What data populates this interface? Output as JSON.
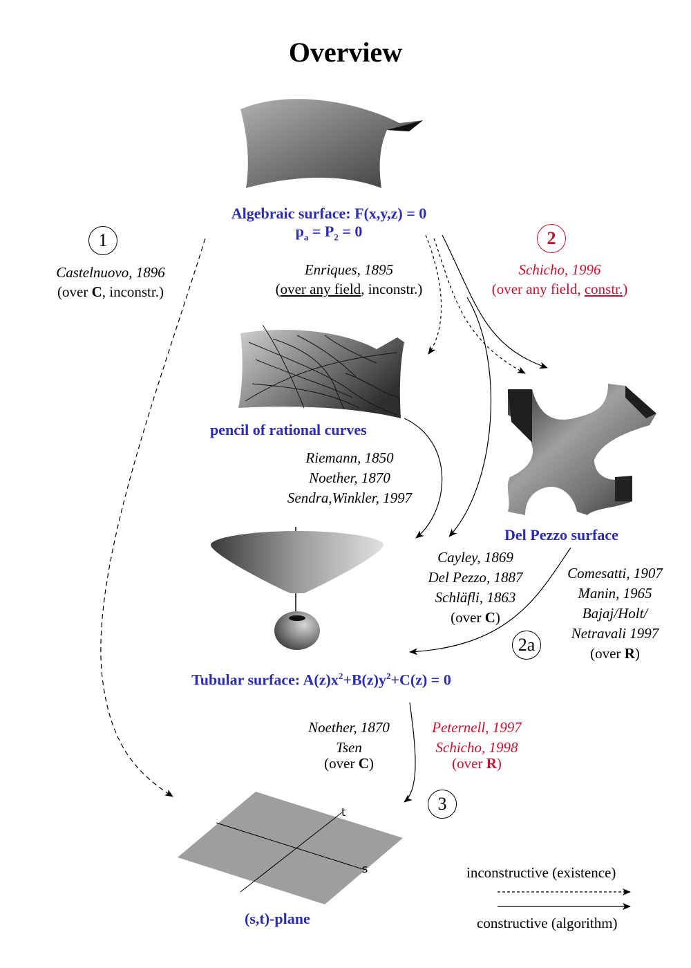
{
  "title": "Overview",
  "nodes": {
    "algebraic": {
      "line1": "Algebraic surface: F(x,y,z) = 0",
      "line2_pa": "p",
      "line2_sub": "a",
      "line2_mid": " = P",
      "line2_sub2": "2",
      "line2_end": " = 0"
    },
    "pencil": "pencil of rational curves",
    "del_pezzo": "Del Pezzo surface",
    "tubular": {
      "prefix": "Tubular surface: A(z)x",
      "sup1": "2",
      "mid": "+B(z)y",
      "sup2": "2",
      "suffix": "+C(z) = 0"
    },
    "plane": "(s,t)-plane"
  },
  "circles": {
    "c1": "1",
    "c2": "2",
    "c2a": "2a",
    "c3": "3"
  },
  "refs": {
    "castelnuovo": {
      "cite": "Castelnuovo, 1896",
      "pre": "(over ",
      "field": "C",
      "post": ", inconstr.)"
    },
    "enriques": {
      "cite": "Enriques, 1895",
      "pre": "(",
      "u": "over any field",
      "post": ", inconstr.)"
    },
    "schicho1996": {
      "cite": "Schicho, 1996",
      "pre": "(over any field, ",
      "u": "constr.",
      "post": ")"
    },
    "riemann": [
      "Riemann, 1850",
      "Noether, 1870",
      "Sendra,Winkler, 1997"
    ],
    "cayley": {
      "lines": [
        "Cayley, 1869",
        "Del Pezzo, 1887",
        "Schläfli, 1863"
      ],
      "pre": "(over ",
      "field": "C",
      "post": ")"
    },
    "comesatti": {
      "lines": [
        "Comesatti, 1907",
        "Manin, 1965",
        "Bajaj/Holt/",
        "Netravali 1997"
      ],
      "pre": "(over ",
      "field": "R",
      "post": ")"
    },
    "noether_tsen": {
      "lines": [
        "Noether, 1870",
        "Tsen"
      ],
      "pre": "(over ",
      "field": "C",
      "post": ")"
    },
    "peternell": {
      "lines": [
        "Peternell, 1997",
        "Schicho, 1998"
      ],
      "pre": "(over ",
      "field": "R",
      "post": ")"
    }
  },
  "axes": {
    "t": "t",
    "s": "s"
  },
  "legend": {
    "inconstructive": "inconstructive (existence)",
    "constructive": "constructive (algorithm)"
  },
  "colors": {
    "node": "#2c2cb4",
    "highlight": "#c8102e"
  }
}
